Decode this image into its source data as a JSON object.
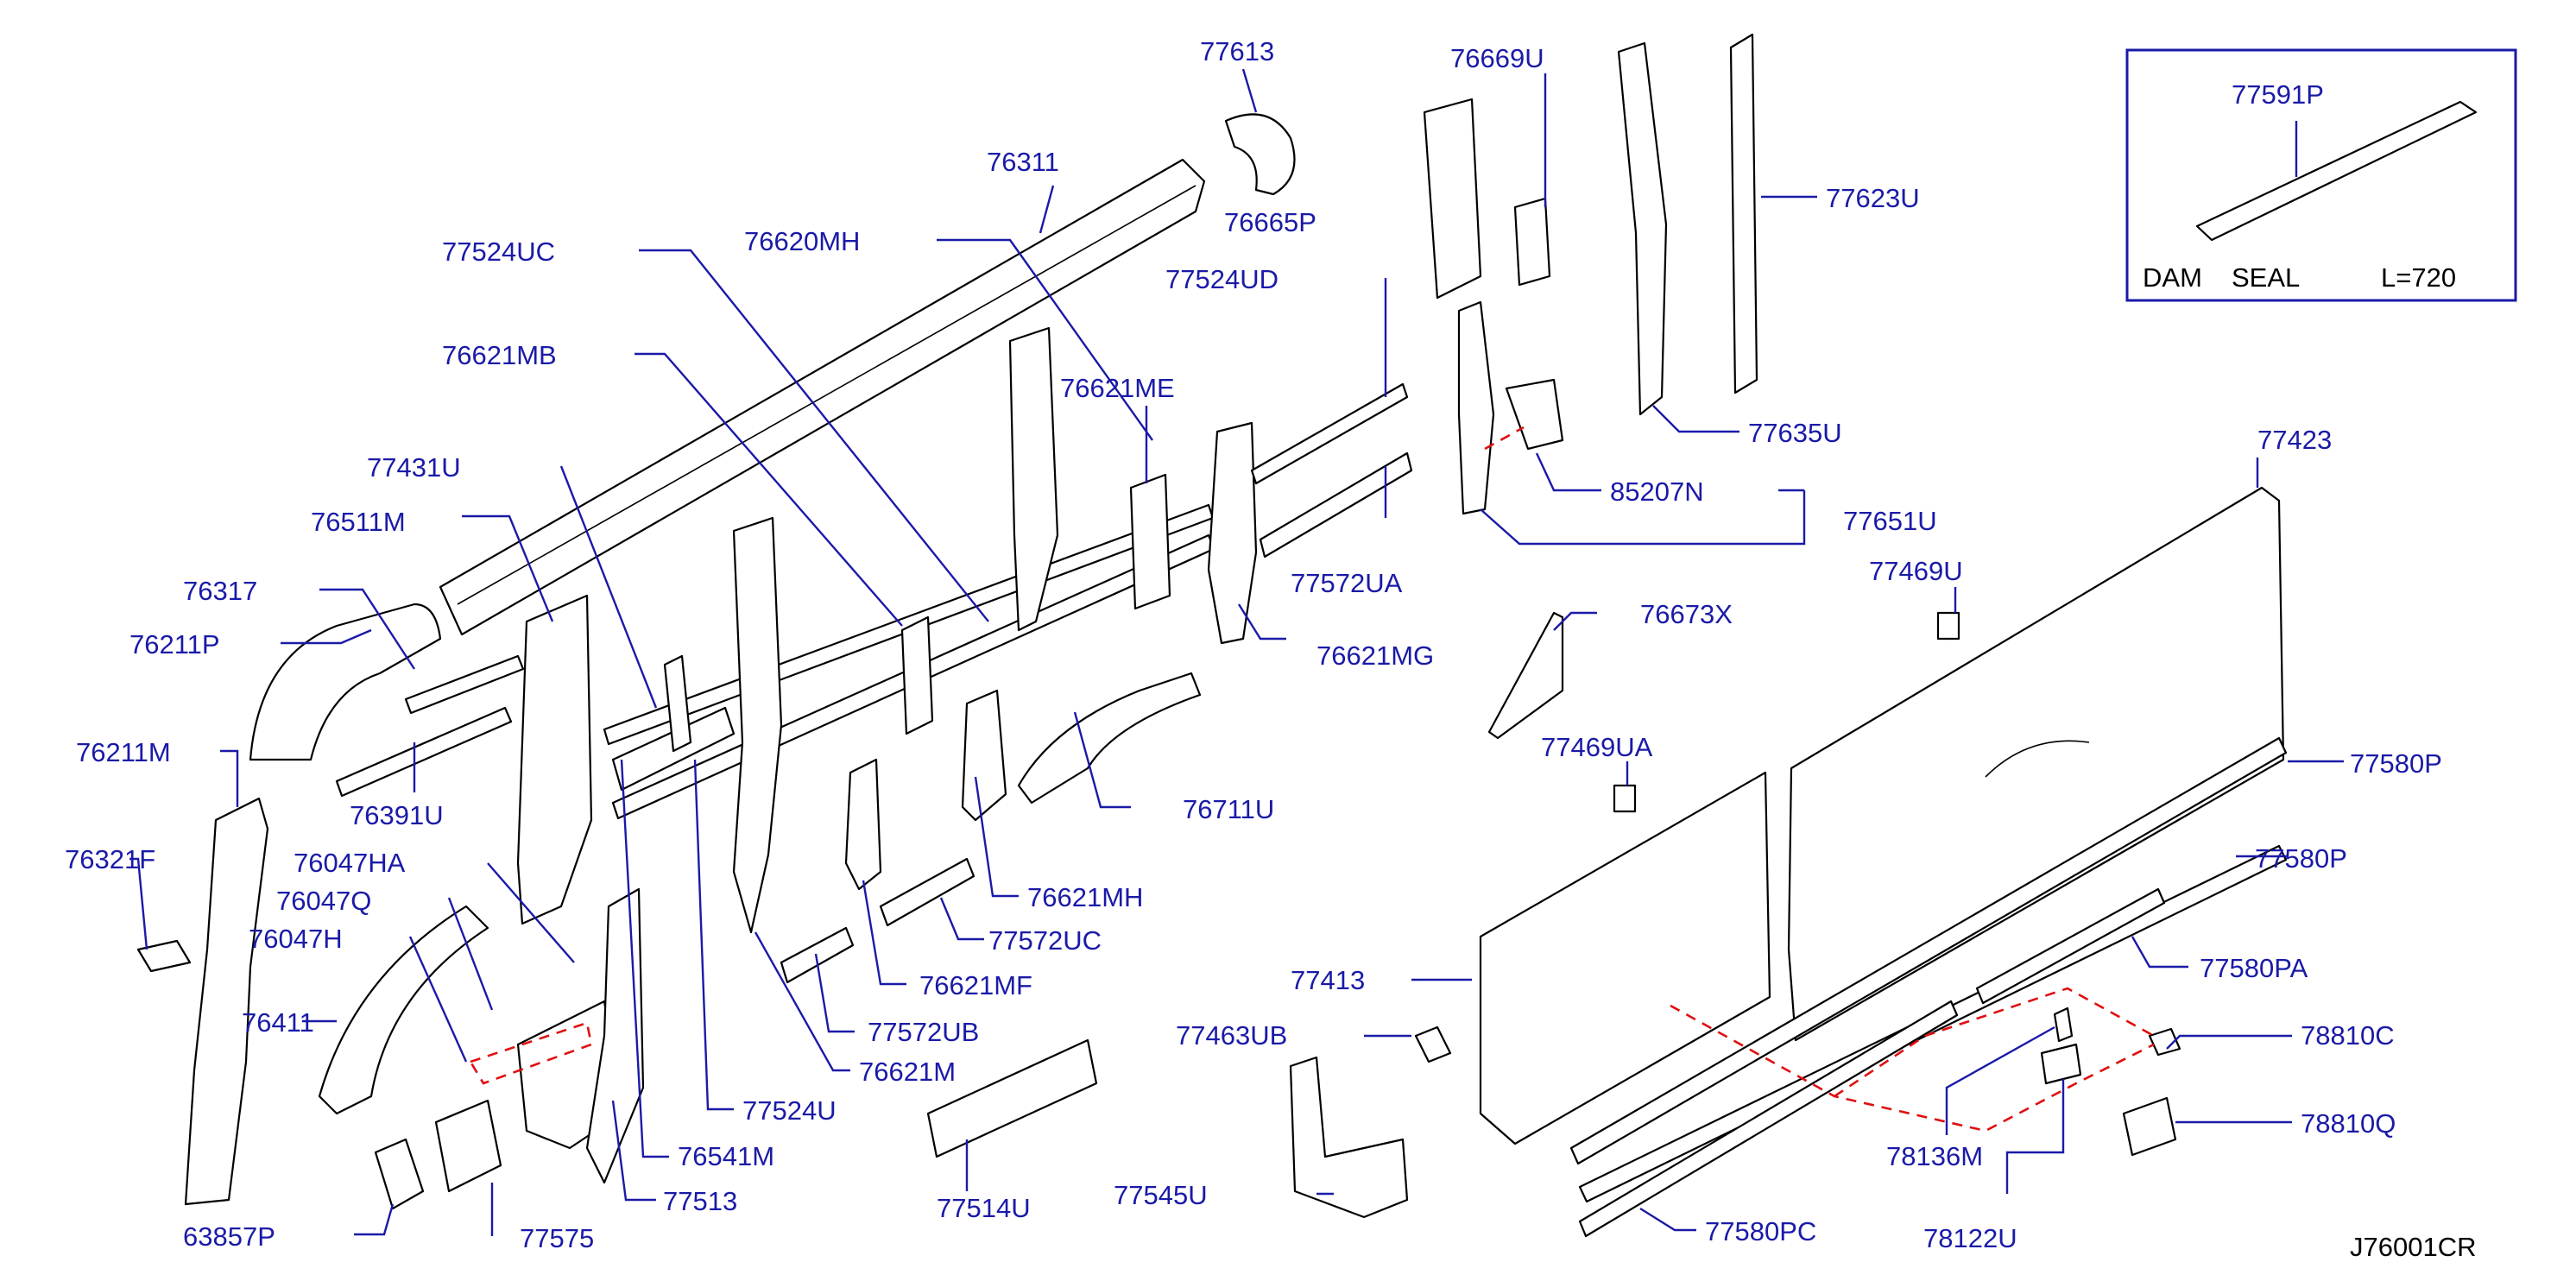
{
  "diagram": {
    "code": "J76001CR",
    "inset": {
      "part": "77591P",
      "text_left": "DAM",
      "text_mid": "SEAL",
      "text_right": "L=720"
    },
    "labels": {
      "p77613": "77613",
      "p76669U": "76669U",
      "p76311": "76311",
      "p76665P": "76665P",
      "p77623U": "77623U",
      "p77524UC": "77524UC",
      "p76620MH": "76620MH",
      "p77524UD": "77524UD",
      "p76621MB": "76621MB",
      "p76621ME": "76621ME",
      "p77635U": "77635U",
      "p77431U": "77431U",
      "p85207N": "85207N",
      "p77651U": "77651U",
      "p76511M": "76511M",
      "p77572UA": "77572UA",
      "p77423": "77423",
      "p76317": "76317",
      "p77469U": "77469U",
      "p76211P": "76211P",
      "p76621MG": "76621MG",
      "p76673X": "76673X",
      "p76211M": "76211M",
      "p76391U": "76391U",
      "p77469UA": "77469UA",
      "p76711U": "76711U",
      "p77580P_a": "77580P",
      "p76321F": "76321F",
      "p76047HA": "76047HA",
      "p77580P_b": "77580P",
      "p76047Q": "76047Q",
      "p76621MH_b": "76621MH",
      "p76047H": "76047H",
      "p77572UC": "77572UC",
      "p77580PA": "77580PA",
      "p77413": "77413",
      "p76621MF": "76621MF",
      "p76411": "76411",
      "p77572UB": "77572UB",
      "p77463UB": "77463UB",
      "p78810C": "78810C",
      "p76621M": "76621M",
      "p77524U": "77524U",
      "p78810Q": "78810Q",
      "p78136M": "78136M",
      "p76541M": "76541M",
      "p77545U": "77545U",
      "p77513": "77513",
      "p77514U": "77514U",
      "p63857P": "63857P",
      "p77575": "77575",
      "p77580PC": "77580PC",
      "p78122U": "78122U"
    }
  }
}
